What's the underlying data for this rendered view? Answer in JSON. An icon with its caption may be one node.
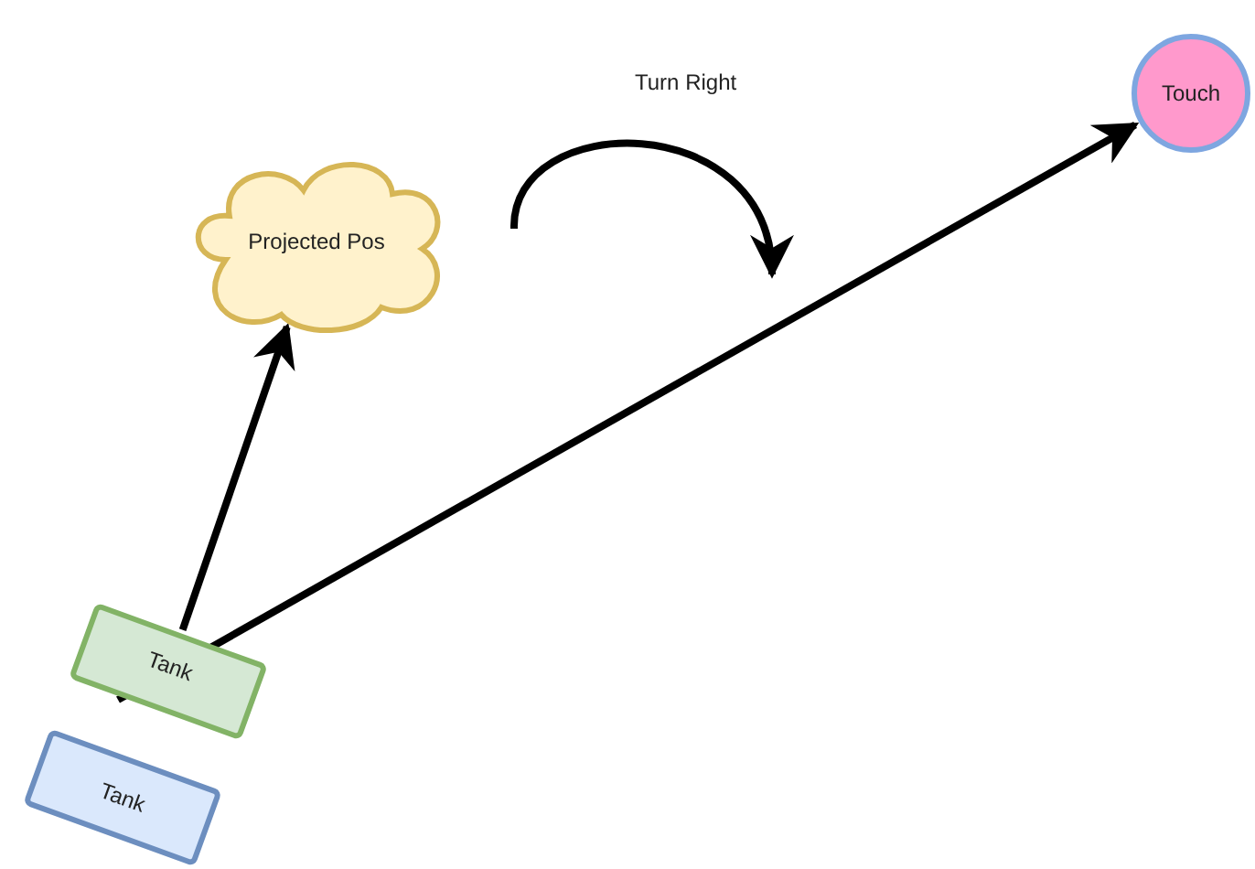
{
  "diagram": {
    "nodes": [
      {
        "text": [
          "Projected Pos"
        ]
      },
      {
        "text": [
          "Touch"
        ]
      },
      {
        "text": [
          "Tank"
        ]
      },
      {
        "text": [
          "Tank"
        ]
      }
    ],
    "edges": [
      {
        "from": 2,
        "to": 0,
        "arrow": "to"
      },
      {
        "from": 2,
        "to": 1,
        "arrow": "to"
      }
    ],
    "labels": [
      "Turn Right"
    ]
  }
}
